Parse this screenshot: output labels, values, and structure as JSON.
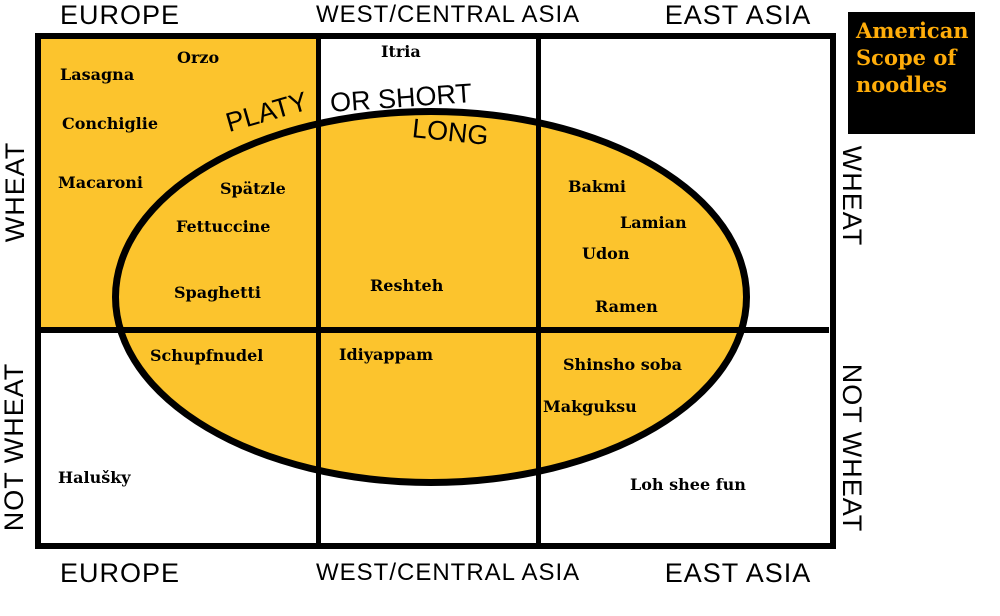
{
  "legend": {
    "lines": [
      "American",
      "Scope of",
      "noodles"
    ]
  },
  "axis": {
    "top": [
      "EUROPE",
      "WEST/CENTRAL ASIA",
      "EAST ASIA"
    ],
    "bottom": [
      "EUROPE",
      "WEST/CENTRAL ASIA",
      "EAST ASIA"
    ],
    "left": [
      "WHEAT",
      "NOT WHEAT"
    ],
    "right": [
      "WHEAT",
      "NOT WHEAT"
    ]
  },
  "shape_labels": {
    "platy": "PLATY",
    "or_short": "OR SHORT",
    "long": "LONG"
  },
  "noodles": {
    "orzo": "Orzo",
    "lasagna": "Lasagna",
    "conchiglie": "Conchiglie",
    "macaroni": "Macaroni",
    "spatzle": "Spätzle",
    "fettuccine": "Fettuccine",
    "spaghetti": "Spaghetti",
    "itria": "Itria",
    "reshteh": "Reshteh",
    "bakmi": "Bakmi",
    "lamian": "Lamian",
    "udon": "Udon",
    "ramen": "Ramen",
    "schupfnudel": "Schupfnudel",
    "idiyappam": "Idiyappam",
    "shinsho_soba": "Shinsho soba",
    "makguksu": "Makguksu",
    "halusky": "Halušky",
    "loh_shee_fun": "Loh shee fun"
  },
  "colors": {
    "highlight": "#FCC42D",
    "legend_bg": "#000000",
    "legend_text": "#FFAD0A"
  }
}
